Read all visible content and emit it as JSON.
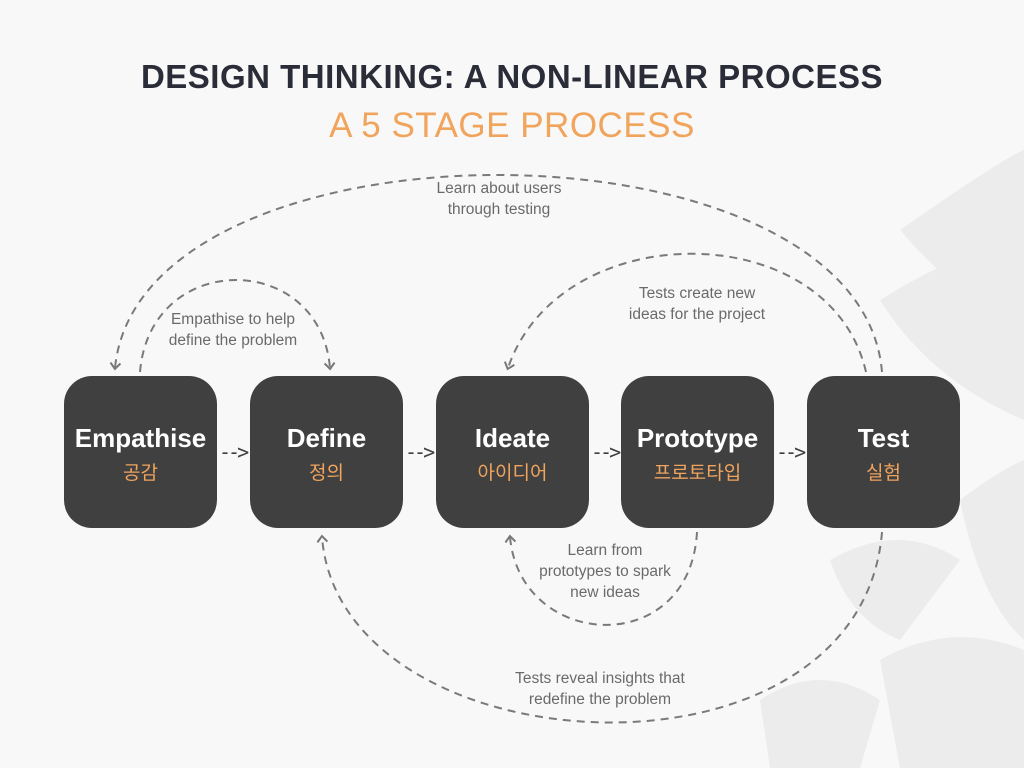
{
  "header": {
    "title": "DESIGN THINKING: A NON-LINEAR PROCESS",
    "subtitle": "A 5 STAGE PROCESS"
  },
  "stages": [
    {
      "en": "Empathise",
      "ko": "공감"
    },
    {
      "en": "Define",
      "ko": "정의"
    },
    {
      "en": "Ideate",
      "ko": "아이디어"
    },
    {
      "en": "Prototype",
      "ko": "프로토타입"
    },
    {
      "en": "Test",
      "ko": "실험"
    }
  ],
  "connector": "-->",
  "labels": {
    "learn_users": [
      "Learn about users",
      "through testing"
    ],
    "empathise_define": [
      "Empathise to help",
      "define the problem"
    ],
    "tests_ideas": [
      "Tests create new",
      "ideas for the project"
    ],
    "prototypes_spark": [
      "Learn from",
      "prototypes to spark",
      "new ideas"
    ],
    "tests_reveal": [
      "Tests reveal insights that",
      "redefine the problem"
    ]
  },
  "colors": {
    "accent": "#f0a45c",
    "box": "#404040",
    "title": "#2a2d38",
    "arc": "#777777"
  }
}
